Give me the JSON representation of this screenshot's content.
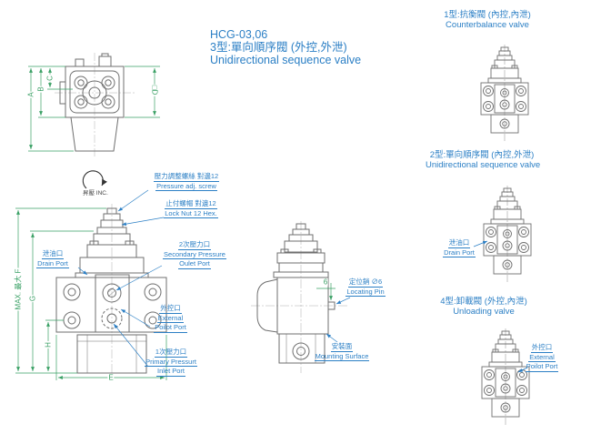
{
  "title": {
    "model": "HCG-03,06",
    "type_zh": "3型:單向順序閥 (外控,外泄)",
    "type_en": "Unidirectional sequence valve"
  },
  "variants": {
    "v1_zh": "1型:抗衡閥 (內控,內泄)",
    "v1_en": "Counterbalance valve",
    "v2_zh": "2型:單向順序閥 (內控,外泄)",
    "v2_en": "Unidirectional sequence valve",
    "v4_zh": "4型:卸載閥 (外控,內泄)",
    "v4_en": "Unloading valve"
  },
  "callouts": {
    "pressure_adj_zh": "壓力調整螺絲 對邊12",
    "pressure_adj_en": "Pressure adj. screw",
    "lock_nut_zh": "止付螺帽 對邊12",
    "lock_nut_en": "Lock Nut 12 Hex.",
    "drain_zh": "泄油口",
    "drain_en": "Drain Port",
    "secondary_zh": "2次壓力口",
    "secondary_en1": "Secondary Pressure",
    "secondary_en2": "Oulet Port",
    "external_zh": "外控口",
    "external_en1": "External",
    "external_en2": "Poilot Port",
    "primary_zh": "1次壓力口",
    "primary_en1": "Primary Pressurt",
    "primary_en2": "Inlet Port",
    "locating_zh": "定位銷 ∅6",
    "locating_en": "Locating Pin",
    "mounting_zh": "安裝面",
    "mounting_en": "Mounting Surface",
    "inc": "昇壓 INC."
  },
  "dims": {
    "a": "A",
    "b": "B",
    "c": "C",
    "d": "□D",
    "e": "E",
    "f": "MAX. 最大 F",
    "g": "G",
    "h": "H",
    "pin_offset": "6"
  },
  "colors": {
    "accent_blue": "#2b7fc5",
    "dim_green": "#3aa065",
    "line_gray": "#6f6f6f"
  }
}
